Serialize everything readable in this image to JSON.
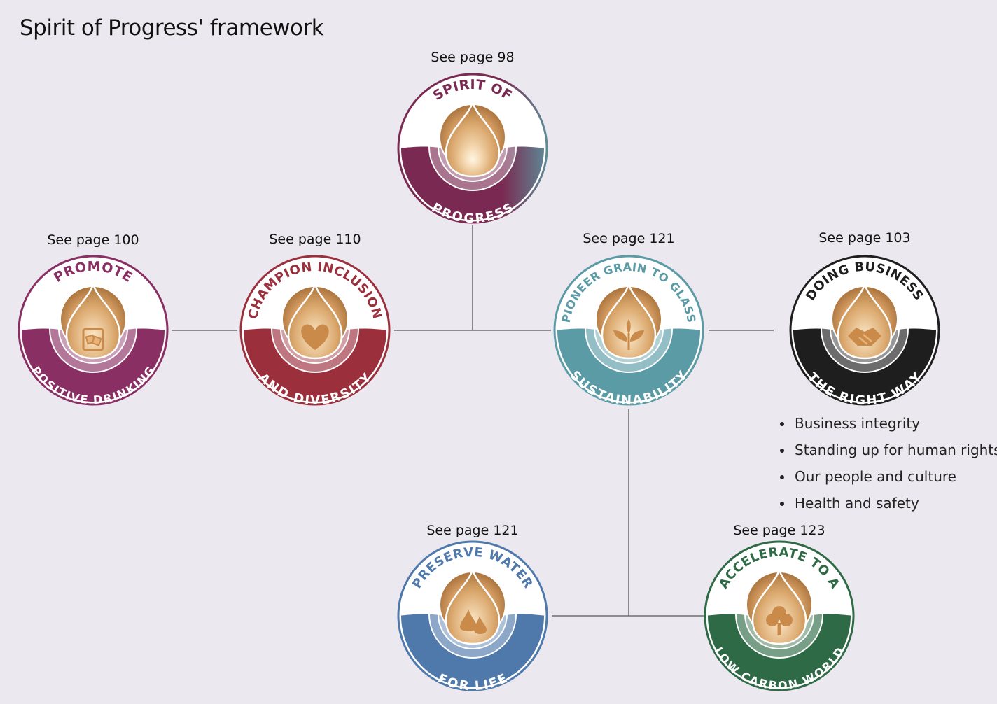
{
  "title": "Spirit of Progress' framework",
  "colors": {
    "line": "#555555",
    "copper_light": "#f3cf9f",
    "copper_dark": "#a86f36"
  },
  "badges": [
    {
      "id": "spirit",
      "page": "See page 98",
      "top_text": "SPIRIT OF",
      "bottom_text": "PROGRESS",
      "icon": "drop-glow-icon",
      "color": "#7a2a52",
      "color2": "#5e8a96"
    },
    {
      "id": "promote",
      "page": "See page 100",
      "top_text": "PROMOTE",
      "bottom_text": "POSITIVE DRINKING",
      "icon": "glass-icon",
      "color": "#8a2f64",
      "color2": "#8a2f64"
    },
    {
      "id": "champion",
      "page": "See page 110",
      "top_text": "CHAMPION INCLUSION",
      "bottom_text": "AND DIVERSITY",
      "icon": "heart-icon",
      "color": "#9c2f3c",
      "color2": "#9c2f3c"
    },
    {
      "id": "pioneer",
      "page": "See page 121",
      "top_text": "PIONEER GRAIN TO GLASS",
      "bottom_text": "SUSTAINABILITY",
      "icon": "plant-icon",
      "color": "#5b9ba6",
      "color2": "#5b9ba6"
    },
    {
      "id": "business",
      "page": "See page 103",
      "top_text": "DOING BUSINESS",
      "bottom_text": "THE RIGHT WAY",
      "icon": "handshake-icon",
      "color": "#1e1e1e",
      "color2": "#1e1e1e"
    },
    {
      "id": "water",
      "page": "See page 121",
      "top_text": "PRESERVE WATER",
      "bottom_text": "FOR LIFE",
      "icon": "water-drops-icon",
      "color": "#4f78ab",
      "color2": "#4f78ab"
    },
    {
      "id": "carbon",
      "page": "See page 123",
      "top_text": "ACCELERATE TO A",
      "bottom_text": "LOW CARBON WORLD",
      "icon": "tree-icon",
      "color": "#2e6a45",
      "color2": "#2e6a45"
    }
  ],
  "bullets": [
    "Business integrity",
    "Standing up for human rights",
    "Our people and culture",
    "Health and safety"
  ]
}
